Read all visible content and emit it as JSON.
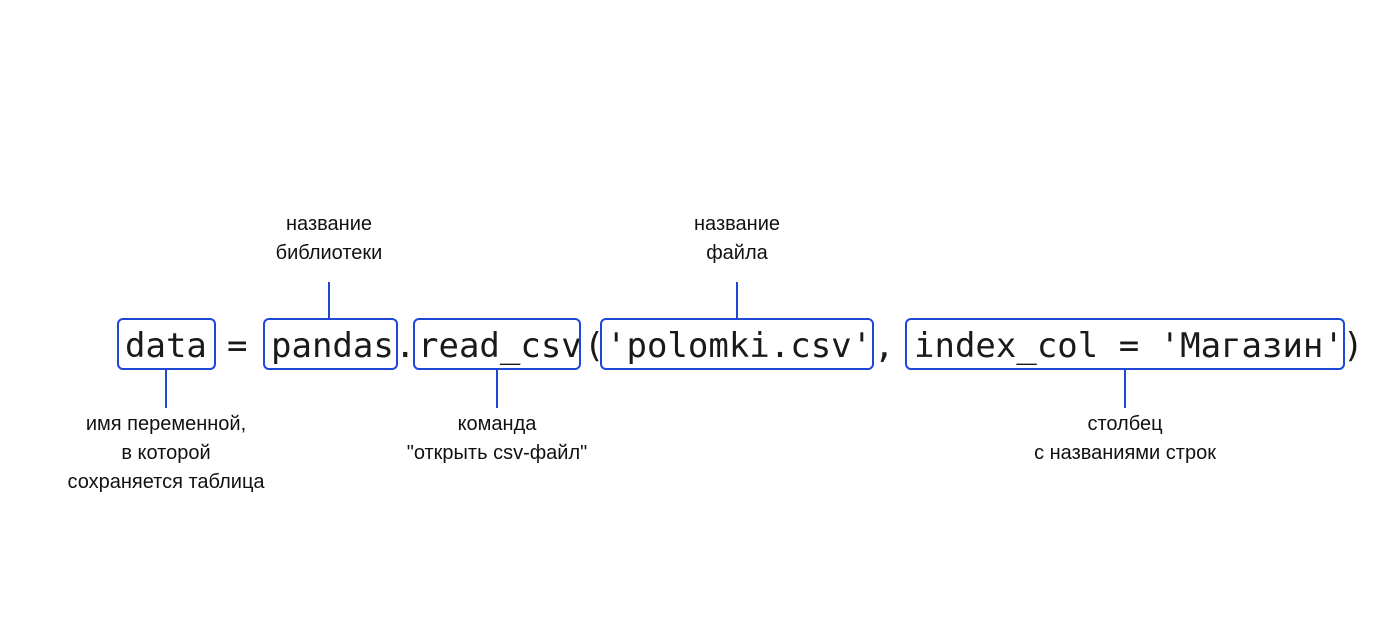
{
  "code": {
    "var": "data",
    "eq": "=",
    "lib": "pandas",
    "dot": ".",
    "func": "read_csv",
    "open_paren": "(",
    "filename": "'polomki.csv'",
    "comma": ",",
    "param": "index_col = 'Магазин'",
    "close_paren": ")"
  },
  "annotations": {
    "var": [
      "имя переменной,",
      "в которой",
      "сохраняется таблица"
    ],
    "lib": [
      "название",
      "библиотеки"
    ],
    "func": [
      "команда",
      "\"открыть csv-файл\""
    ],
    "filename": [
      "название",
      "файла"
    ],
    "param": [
      "столбец",
      "с названиями строк"
    ]
  },
  "colors": {
    "accent": "#1f47d6",
    "text": "#111111"
  }
}
